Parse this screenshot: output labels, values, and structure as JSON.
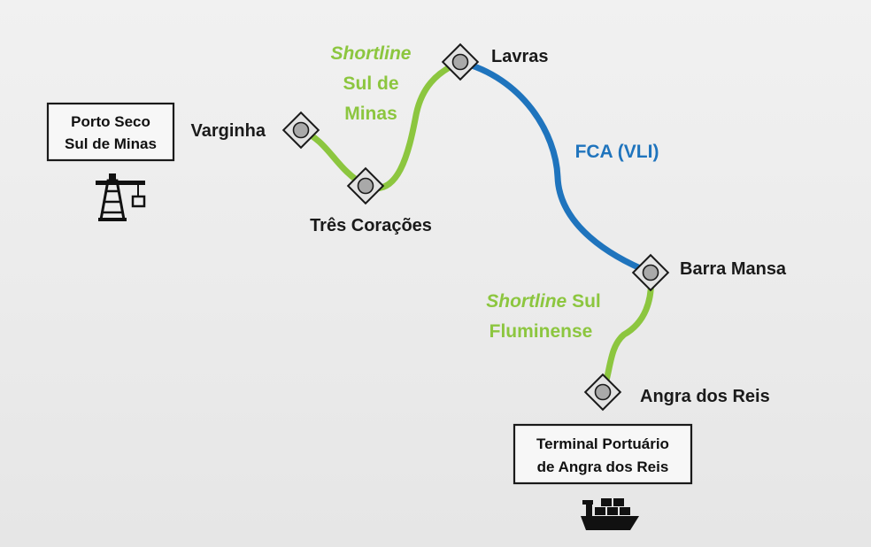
{
  "colors": {
    "shortline_green": "#8cc63f",
    "fca_blue": "#1f74bd",
    "background": "#ededed",
    "station_fill": "#a9a9a9",
    "text": "#1a1a1a"
  },
  "stations": {
    "varginha": "Varginha",
    "tres_coracoes": "Três Corações",
    "lavras": "Lavras",
    "barra_mansa": "Barra Mansa",
    "angra_dos_reis": "Angra dos Reis"
  },
  "lines": {
    "sul_de_minas": {
      "italic": "Shortline",
      "line2": "Sul de",
      "line3": "Minas"
    },
    "fca": {
      "label": "FCA (VLI)"
    },
    "sul_fluminense": {
      "italic": "Shortline",
      "rest": " Sul",
      "line2": "Fluminense"
    }
  },
  "terminals": {
    "porto_seco": {
      "line1": "Porto Seco",
      "line2": "Sul de Minas",
      "icon": "port-crane-icon"
    },
    "terminal_angra": {
      "line1": "Terminal Portuário",
      "line2": "de Angra dos Reis",
      "icon": "cargo-ship-icon"
    }
  }
}
